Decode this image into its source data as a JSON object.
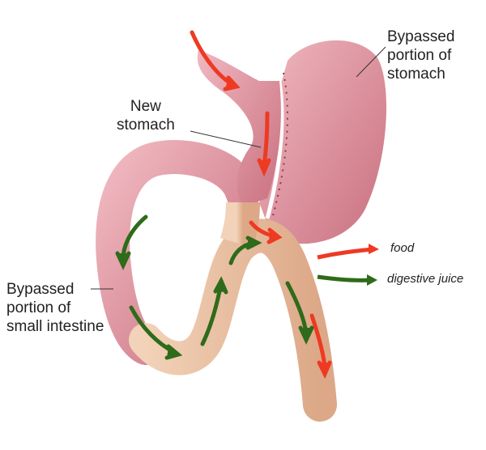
{
  "labels": {
    "bypassed_stomach": [
      "Bypassed",
      "portion of",
      "stomach"
    ],
    "new_stomach": [
      "New",
      "stomach"
    ],
    "bypassed_intestine": [
      "Bypassed",
      "portion of",
      "small intestine"
    ]
  },
  "legend": {
    "food": "food",
    "digestive_juice": "digestive juice"
  },
  "colors": {
    "food_arrow": "#ee3a23",
    "juice_arrow": "#2e6b1a",
    "stomach": "#d98b98",
    "intestine_tan": "#e8c0a0"
  }
}
